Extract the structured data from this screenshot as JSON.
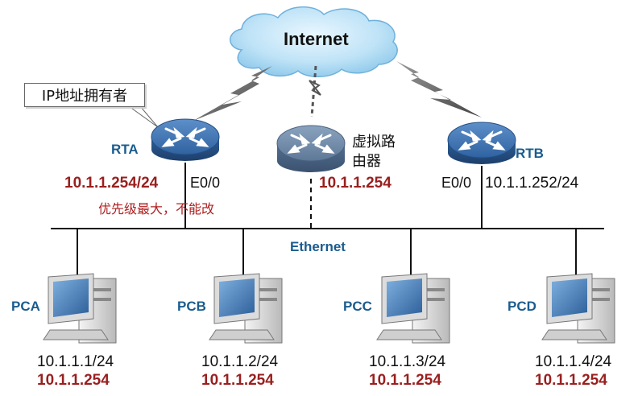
{
  "cloud": {
    "label": "Internet"
  },
  "callout": {
    "text": "IP地址拥有者"
  },
  "segment": {
    "label": "Ethernet"
  },
  "rta": {
    "name": "RTA",
    "ip": "10.1.1.254/24",
    "interface": "E0/0",
    "note": "优先级最大，不能改"
  },
  "virtual_router": {
    "name_line1": "虚拟路",
    "name_line2": "由器",
    "ip": "10.1.1.254"
  },
  "rtb": {
    "name": "RTB",
    "interface": "E0/0",
    "ip": "10.1.1.252/24"
  },
  "hosts": [
    {
      "name": "PCA",
      "ip": "10.1.1.1/24",
      "gateway": "10.1.1.254"
    },
    {
      "name": "PCB",
      "ip": "10.1.1.2/24",
      "gateway": "10.1.1.254"
    },
    {
      "name": "PCC",
      "ip": "10.1.1.3/24",
      "gateway": "10.1.1.254"
    },
    {
      "name": "PCD",
      "ip": "10.1.1.4/24",
      "gateway": "10.1.1.254"
    }
  ],
  "colors": {
    "label_blue": "#1a5c8f",
    "ip_red": "#9a1f1f",
    "router_blue": "#3f77b4"
  }
}
